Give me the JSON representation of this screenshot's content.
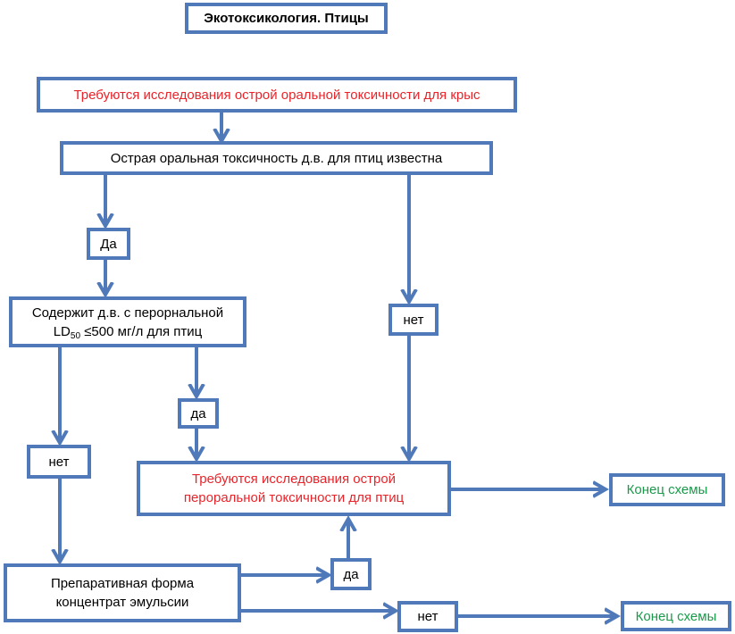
{
  "diagram": {
    "title": "Экотоксикология. Птицы",
    "rat_box": "Требуются исследования острой оральной токсичности для крыс",
    "known_box": "Острая оральная токсичность д.в. для птиц известна",
    "yes_label_1": "Да",
    "no_label_1": "нет",
    "ld50_box": {
      "line1": "Содержит д.в. с  перорнальной",
      "ld": "LD",
      "ld_sub": "50",
      "line2_rest": " ≤500 мг/л для  птиц"
    },
    "yes_label_2": "да",
    "no_label_2": "нет",
    "bird_study_box": {
      "line1": "Требуются исследования острой",
      "line2": "пероральной токсичности для птиц"
    },
    "end_label_1": "Конец схемы",
    "formulation_box": {
      "line1": "Препаративная форма",
      "line2": "концентрат эмульсии"
    },
    "yes_label_3": "да",
    "no_label_3": "нет",
    "end_label_2": "Конец схемы"
  },
  "colors": {
    "border": "#4f79b8",
    "connector": "#4f79b8",
    "red_text": "#e8242a",
    "green_text": "#1a9a4a"
  }
}
